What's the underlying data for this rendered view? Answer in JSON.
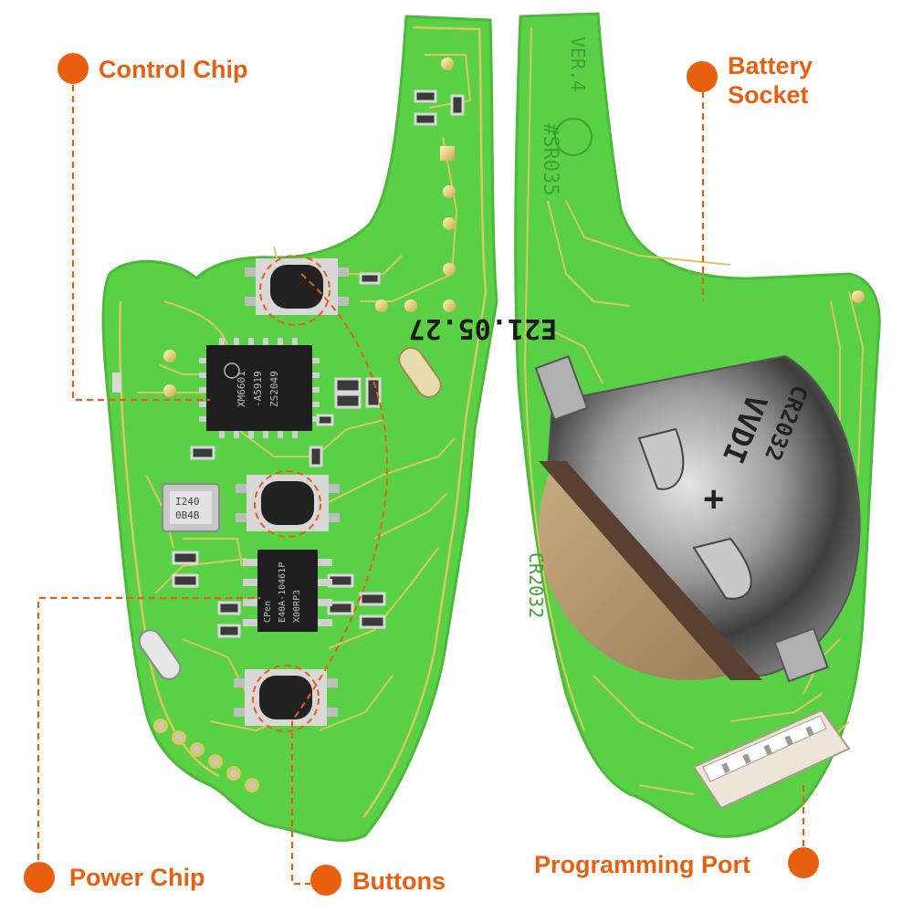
{
  "colors": {
    "accent": "#e8600f",
    "pcb_green": "#5ad046",
    "trace_gold": "#d8c860"
  },
  "callouts": {
    "control_chip": "Control Chip",
    "battery_socket": [
      "Battery",
      "Socket"
    ],
    "power_chip": "Power Chip",
    "buttons": "Buttons",
    "programming_port": "Programming Port"
  },
  "left_board": {
    "control_chip_marking": [
      "XM6601",
      "-A5919",
      "ZS2049"
    ],
    "power_chip_marking": [
      "CPen",
      "E40A-10461P",
      "X00RP3"
    ],
    "crystal_marking": [
      "I240",
      "0B4B"
    ]
  },
  "right_board": {
    "board_id": "#SR035",
    "version": "VER.4",
    "date_code": "E21.05.27",
    "battery_holder_text": [
      "CR2032",
      "VVDI"
    ],
    "battery_print": "CR2032"
  }
}
